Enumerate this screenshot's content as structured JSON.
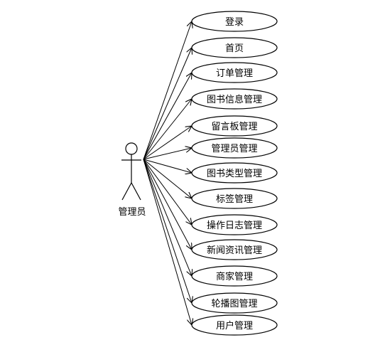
{
  "diagram": {
    "actor": {
      "label": "管理员"
    },
    "use_cases": [
      {
        "label": "登录"
      },
      {
        "label": "首页"
      },
      {
        "label": "订单管理"
      },
      {
        "label": "图书信息管理"
      },
      {
        "label": "留言板管理"
      },
      {
        "label": "管理员管理"
      },
      {
        "label": "图书类型管理"
      },
      {
        "label": "标签管理"
      },
      {
        "label": "操作日志管理"
      },
      {
        "label": "新闻资讯管理"
      },
      {
        "label": "商家管理"
      },
      {
        "label": "轮播图管理"
      },
      {
        "label": "用户管理"
      }
    ]
  }
}
